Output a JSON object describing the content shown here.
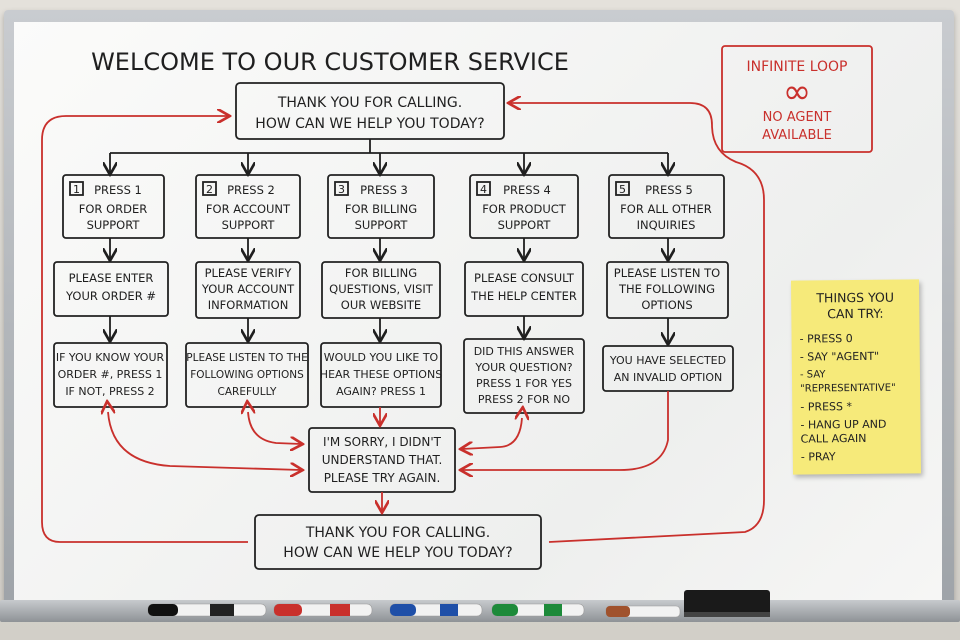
{
  "title": "WELCOME TO OUR CUSTOMER SERVICE",
  "start_box": [
    "THANK YOU FOR CALLING.",
    "HOW CAN WE HELP YOU TODAY?"
  ],
  "end_box": [
    "THANK YOU FOR CALLING.",
    "HOW CAN WE HELP YOU TODAY?"
  ],
  "options": [
    {
      "num": "1",
      "label": [
        "PRESS 1",
        "FOR ORDER",
        "SUPPORT"
      ]
    },
    {
      "num": "2",
      "label": [
        "PRESS 2",
        "FOR ACCOUNT",
        "SUPPORT"
      ]
    },
    {
      "num": "3",
      "label": [
        "PRESS 3",
        "FOR BILLING",
        "SUPPORT"
      ]
    },
    {
      "num": "4",
      "label": [
        "PRESS 4",
        "FOR PRODUCT",
        "SUPPORT"
      ]
    },
    {
      "num": "5",
      "label": [
        "PRESS 5",
        "FOR ALL OTHER",
        "INQUIRIES"
      ]
    }
  ],
  "step2": [
    [
      "PLEASE ENTER",
      "YOUR ORDER #"
    ],
    [
      "PLEASE VERIFY",
      "YOUR ACCOUNT",
      "INFORMATION"
    ],
    [
      "FOR BILLING",
      "QUESTIONS, VISIT",
      "OUR WEBSITE"
    ],
    [
      "PLEASE CONSULT",
      "THE HELP CENTER"
    ],
    [
      "PLEASE LISTEN TO",
      "THE FOLLOWING",
      "OPTIONS"
    ]
  ],
  "step3": [
    [
      "IF YOU KNOW YOUR",
      "ORDER #, PRESS 1",
      "IF NOT, PRESS 2"
    ],
    [
      "PLEASE LISTEN TO THE",
      "FOLLOWING OPTIONS",
      "CAREFULLY"
    ],
    [
      "WOULD YOU LIKE TO",
      "HEAR THESE OPTIONS",
      "AGAIN? PRESS 1"
    ],
    [
      "DID THIS ANSWER",
      "YOUR QUESTION?",
      "PRESS 1 FOR YES",
      "PRESS 2 FOR NO"
    ],
    [
      "YOU HAVE SELECTED",
      "AN INVALID OPTION"
    ]
  ],
  "sorry_box": [
    "I'M SORRY, I DIDN'T",
    "UNDERSTAND THAT.",
    "PLEASE TRY AGAIN."
  ],
  "loop_box": {
    "title": "INFINITE LOOP",
    "symbol": "∞",
    "line1": "NO AGENT",
    "line2": "AVAILABLE"
  },
  "sticky_note": {
    "title": [
      "THINGS YOU",
      "CAN TRY:"
    ],
    "items": [
      "PRESS 0",
      "SAY \"AGENT\"",
      "SAY \"REPRESENTATIVE\"",
      "PRESS *",
      "HANG UP AND\nCALL AGAIN",
      "PRAY"
    ]
  },
  "colors": {
    "ink": "#1f1f1f",
    "red_marker": "#c9302c",
    "sticky": "#f6ea7a"
  },
  "markers": [
    "black",
    "red",
    "blue",
    "green",
    "brown"
  ]
}
